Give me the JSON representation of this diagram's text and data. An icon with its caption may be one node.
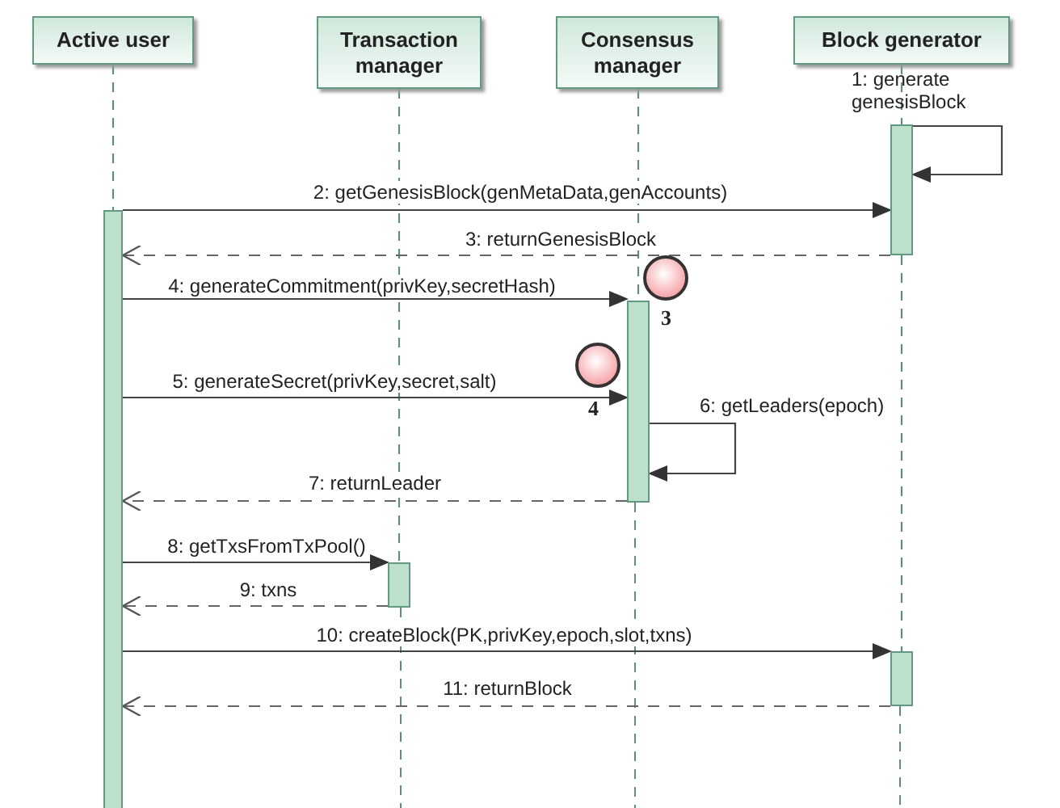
{
  "diagram": {
    "nodes": [
      {
        "text": [
          "Active user"
        ]
      },
      {
        "text": [
          "Transaction manager"
        ]
      },
      {
        "text": [
          "Consensus manager"
        ]
      },
      {
        "text": [
          "Block generator"
        ]
      },
      {
        "text": [],
        "shape": "bar"
      },
      {
        "text": [],
        "shape": "bar"
      },
      {
        "text": [],
        "shape": "bar"
      },
      {
        "text": [],
        "shape": "bar"
      },
      {
        "text": [],
        "shape": "bar"
      },
      {
        "text": [],
        "shape": "circle",
        "beside": [
          "3"
        ]
      },
      {
        "text": [],
        "shape": "circle",
        "beside": [
          "4"
        ]
      }
    ],
    "edges": [
      {
        "from": 7,
        "to": 7,
        "arrow": "to",
        "label": "1: generate genesisBlock"
      },
      {
        "from": 4,
        "to": 7,
        "arrow": "to",
        "label": "2: getGenesisBlock(genMetaData,genAccounts)"
      },
      {
        "from": 7,
        "to": 4,
        "arrow": "to",
        "label": "3: returnGenesisBlock",
        "style": "dashed"
      },
      {
        "from": 4,
        "to": 6,
        "arrow": "to",
        "label": "4: generateCommitment(privKey,secretHash)"
      },
      {
        "from": 4,
        "to": 6,
        "arrow": "to",
        "label": "5: generateSecret(privKey,secret,salt)"
      },
      {
        "from": 6,
        "to": 6,
        "arrow": "to",
        "label": "6: getLeaders(epoch)"
      },
      {
        "from": 6,
        "to": 4,
        "arrow": "to",
        "label": "7: returnLeader",
        "style": "dashed"
      },
      {
        "from": 4,
        "to": 5,
        "arrow": "to",
        "label": "8: getTxsFromTxPool()"
      },
      {
        "from": 5,
        "to": 4,
        "arrow": "to",
        "label": "9: txns",
        "style": "dashed"
      },
      {
        "from": 4,
        "to": 8,
        "arrow": "to",
        "label": "10: createBlock(PK,privKey,epoch,slot,txns)"
      },
      {
        "from": 8,
        "to": 4,
        "arrow": "to",
        "label": "11: returnBlock",
        "style": "dashed"
      },
      {
        "from": 0,
        "to": 4,
        "arrow": "none",
        "style": "dashed",
        "color": "#5f8f78"
      },
      {
        "from": 1,
        "to": 5,
        "arrow": "none",
        "style": "dashed",
        "color": "#5f8f78"
      },
      {
        "from": 2,
        "to": 6,
        "arrow": "none",
        "style": "dashed",
        "color": "#5f8f78"
      },
      {
        "from": 3,
        "to": 7,
        "arrow": "none",
        "style": "dashed",
        "color": "#5f8f78"
      },
      {
        "from": 7,
        "to": 8,
        "arrow": "none",
        "style": "dashed",
        "color": "#5f8f78"
      }
    ]
  }
}
